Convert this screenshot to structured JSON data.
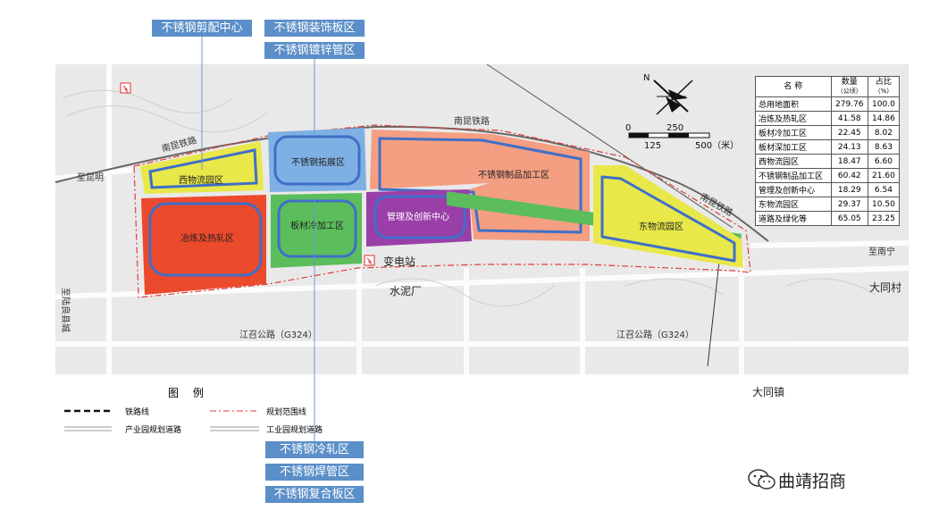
{
  "top_tags": [
    "不锈钢剪配中心",
    "不锈钢装饰板区",
    "不锈钢镀锌管区"
  ],
  "bottom_tags": [
    "不锈钢冷轧区",
    "不锈钢焊管区",
    "不锈钢复合板区"
  ],
  "zones": {
    "west_logistics": "西物流园区",
    "expansion": "不锈钢拓展区",
    "products": "不锈钢制品加工区",
    "smelting": "冶炼及热轧区",
    "cold_plate": "板材冷加工区",
    "management": "管理及创新中心",
    "east_logistics": "东物流园区"
  },
  "places": {
    "substation": "变电站",
    "cement": "水泥厂",
    "datong_village": "大同村",
    "datong_town": "大同镇",
    "to_kunming": "至昆明",
    "to_nanning": "至南宁",
    "to_luliang": "至陆良县城"
  },
  "roads": {
    "railway_1": "南昆铁路",
    "railway_2": "南昆铁路",
    "railway_3": "南昆铁路",
    "highway_west": "江召公路（G324）",
    "highway_east": "江召公路（G324）"
  },
  "compass": {
    "north": "N"
  },
  "scale": {
    "t0": "0",
    "t250": "250",
    "t125": "125",
    "t500": "500（米）"
  },
  "table": {
    "headers": {
      "name": "名  称",
      "qty": "数量",
      "qty_unit": "（公顷）",
      "pct": "占比",
      "pct_unit": "（%）"
    },
    "rows": [
      {
        "name": "总用地面积",
        "qty": "279.76",
        "pct": "100.0"
      },
      {
        "name": "冶炼及热轧区",
        "qty": "41.58",
        "pct": "14.86"
      },
      {
        "name": "板材冷加工区",
        "qty": "22.45",
        "pct": "8.02"
      },
      {
        "name": "板材深加工区",
        "qty": "24.13",
        "pct": "8.63"
      },
      {
        "name": "西物流园区",
        "qty": "18.47",
        "pct": "6.60"
      },
      {
        "name": "不锈钢制品加工区",
        "qty": "60.42",
        "pct": "21.60"
      },
      {
        "name": "管理及创新中心",
        "qty": "18.29",
        "pct": "6.54"
      },
      {
        "name": "东物流园区",
        "qty": "29.37",
        "pct": "10.50"
      },
      {
        "name": "道路及绿化等",
        "qty": "65.05",
        "pct": "23.25"
      }
    ]
  },
  "legend": {
    "title": "图  例",
    "railway": "铁路线",
    "boundary": "规划范围线",
    "park_road": "产业园规划道路",
    "industrial_road": "工业园规划道路"
  },
  "watermark": "曲靖招商",
  "colors": {
    "tag_blue": "#5b8fc9",
    "yellow": "#e8e84a",
    "blue": "#7eb0e3",
    "salmon": "#f49e82",
    "red": "#ec4a2c",
    "green": "#5bbd5b",
    "purple": "#9a3fa8",
    "ring": "#3f6fc8",
    "boundary": "#e03c3c"
  }
}
